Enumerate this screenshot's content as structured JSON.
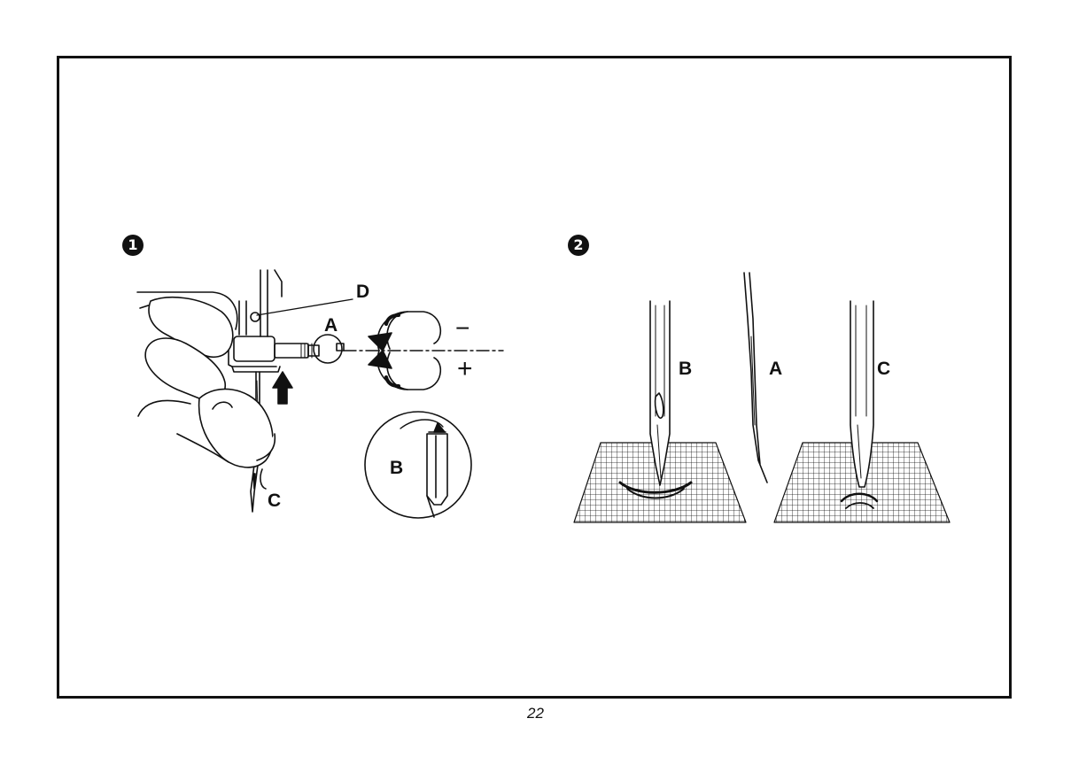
{
  "page": {
    "number": "22"
  },
  "figure_1": {
    "marker": "1",
    "labels": {
      "d": "D",
      "a": "A",
      "b": "B",
      "c": "C",
      "minus": "−",
      "plus": "+"
    }
  },
  "figure_2": {
    "marker": "2",
    "labels": {
      "b": "B",
      "a": "A",
      "c": "C"
    }
  },
  "colors": {
    "ink": "#111111",
    "paper": "#ffffff"
  }
}
